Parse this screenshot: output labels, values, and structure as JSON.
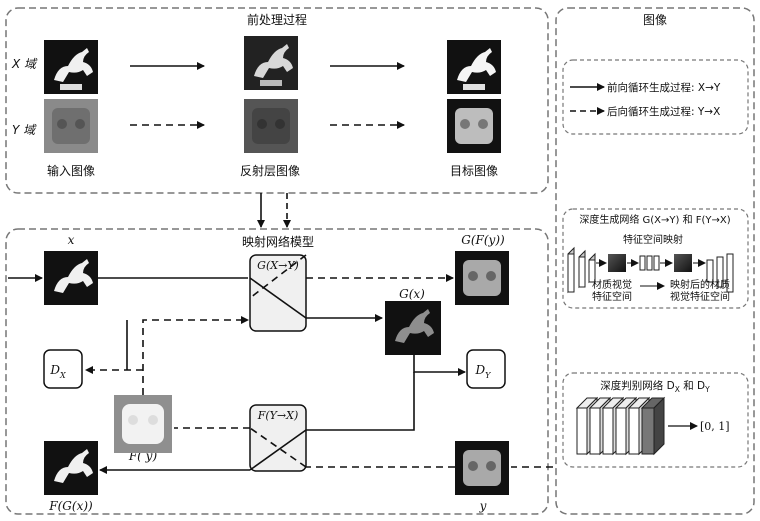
{
  "top": {
    "title": "前处理过程",
    "row_x": "X 域",
    "row_y": "Y 域",
    "cap_input": "输入图像",
    "cap_reflect": "反射层图像",
    "cap_target": "目标图像"
  },
  "right_title": "图像",
  "legend": {
    "forward": "前向循环生成过程: X→Y",
    "backward": "后向循环生成过程: Y→X"
  },
  "gen_panel": {
    "title": "深度生成网络 G(X→Y) 和 F(Y→X)",
    "feature": "特征空间映射",
    "left": [
      "材质视觉",
      "特征空间"
    ],
    "right": [
      "映射后的材质",
      "视觉特征空间"
    ]
  },
  "disc_panel": {
    "title_a": "深度判别网络 D",
    "sub_x": "X",
    "title_b": " 和 D",
    "sub_y": "Y",
    "output": "[0, 1]"
  },
  "bottom": {
    "title": "映射网络模型",
    "x": "x",
    "y": "y",
    "gx": "G(x)",
    "fy": "F( y)",
    "gfy": "G(F(y))",
    "fgx": "F(G(x))",
    "G_box": "G(X→Y)",
    "F_box": "F(Y→X)",
    "DX": "D",
    "DX_sub": "X",
    "DY": "D",
    "DY_sub": "Y"
  }
}
